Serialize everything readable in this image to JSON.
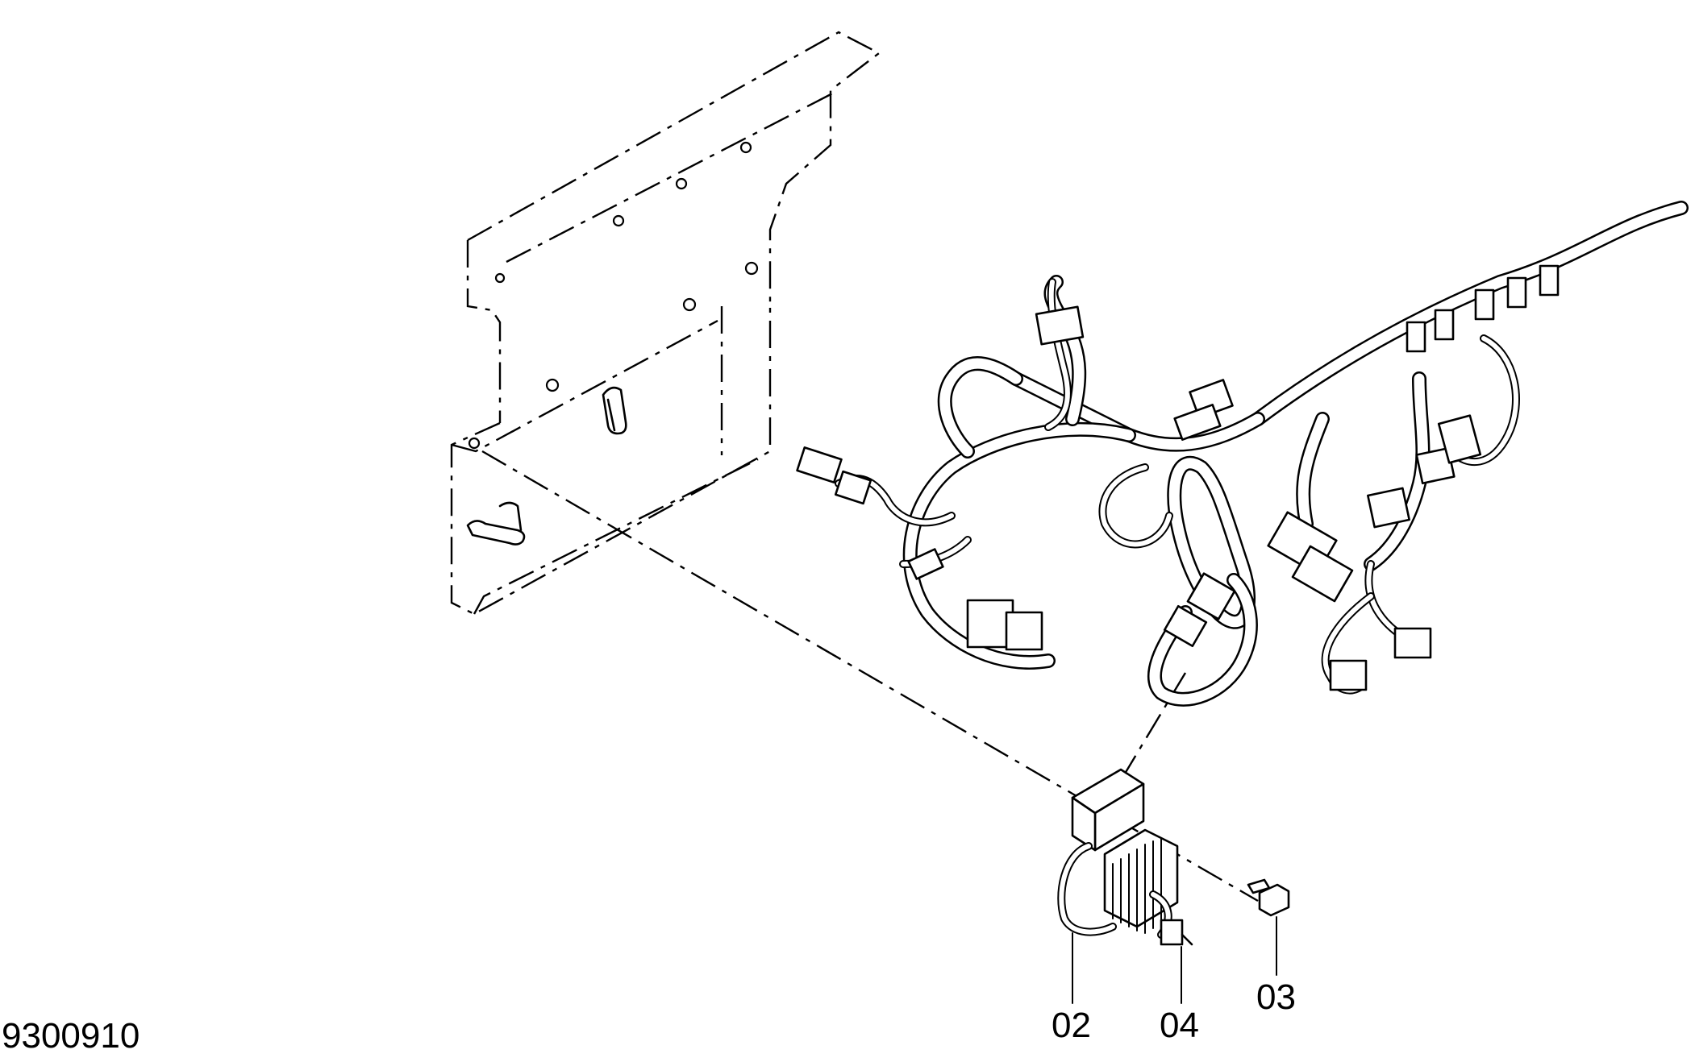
{
  "drawing_number": "9300910",
  "callouts": [
    {
      "id": "02",
      "label": "02"
    },
    {
      "id": "04",
      "label": "04"
    },
    {
      "id": "03",
      "label": "03"
    }
  ]
}
